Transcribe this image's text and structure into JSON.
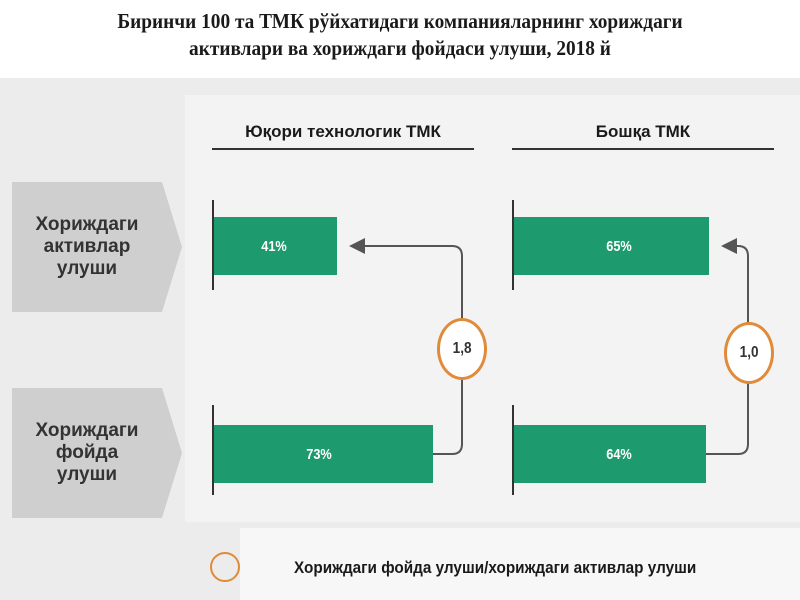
{
  "title_lines": [
    "Биринчи 100 та ТМК рўйхатидаги компанияларнинг хориждаги",
    "активлари ва хориждаги фойдаси  улуши, 2018 й"
  ],
  "colors": {
    "bar": "#1e9b6e",
    "ratio_circle": "#e08b3a",
    "row_label_bg": "#cfcfcf"
  },
  "chart_data": {
    "type": "bar",
    "unit": "%",
    "categories": [
      "Хориждаги\nактивлар\nулуши",
      "Хориждаги\nфойда\nулуши"
    ],
    "groups": [
      {
        "name": "Юқори технологик ТМК",
        "values": [
          41,
          73
        ],
        "labels": [
          "41%",
          "73%"
        ],
        "ratio": "1,8"
      },
      {
        "name": "Бошқа ТМК",
        "values": [
          65,
          64
        ],
        "labels": [
          "65%",
          "64%"
        ],
        "ratio": "1,0"
      }
    ],
    "legend": "Хориждаги фойда улуши/хориждаги  активлар улуши"
  }
}
